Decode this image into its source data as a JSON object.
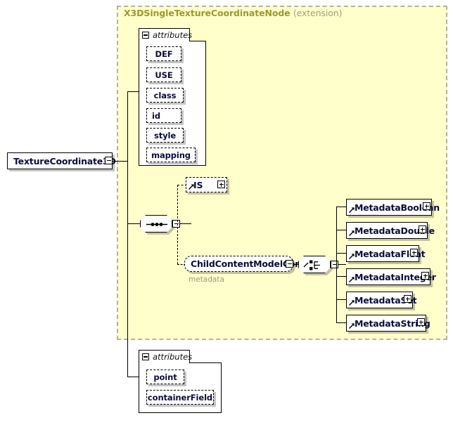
{
  "diagram": {
    "type": "xsd-schema-diagram",
    "root_element": {
      "name": "TextureCoordinate3D",
      "toggle": "minus-toggle"
    },
    "extension_group": {
      "title": "X3DSingleTextureCoordinateNode",
      "qualifier": "(extension)",
      "background_color": "#ffffcc",
      "border_color": "#b4b4a0",
      "title_color": "#9a9a2e"
    },
    "attributes_inherited": {
      "panel_label": "attributes",
      "toggle": "minus-toggle",
      "items": [
        {
          "name": "DEF"
        },
        {
          "name": "USE"
        },
        {
          "name": "class"
        },
        {
          "name": "id"
        },
        {
          "name": "style"
        },
        {
          "name": "mapping"
        }
      ]
    },
    "sequence_compositor": {
      "kind": "sequence",
      "toggle": "minus-toggle"
    },
    "optional_is_element": {
      "name": "IS",
      "toggle": "plus-toggle",
      "icon": "element-ref-arrow-icon"
    },
    "group_reference": {
      "name": "ChildContentModelCore",
      "caption": "metadata",
      "toggle": "minus-toggle"
    },
    "choice_compositor": {
      "kind": "choice",
      "toggle": "minus-toggle"
    },
    "metadata_elements": [
      {
        "name": "MetadataBoolean",
        "toggle": "plus-toggle",
        "width": 122
      },
      {
        "name": "MetadataDouble",
        "toggle": "plus-toggle",
        "width": 116
      },
      {
        "name": "MetadataFloat",
        "toggle": "plus-toggle",
        "width": 104
      },
      {
        "name": "MetadataInteger",
        "toggle": "plus-toggle",
        "width": 120
      },
      {
        "name": "MetadataSet",
        "toggle": "plus-toggle",
        "width": 95
      },
      {
        "name": "MetadataString",
        "toggle": "plus-toggle",
        "width": 114
      }
    ],
    "attributes_own": {
      "panel_label": "attributes",
      "toggle": "minus-toggle",
      "items": [
        {
          "name": "point"
        },
        {
          "name": "containerField"
        }
      ]
    }
  }
}
